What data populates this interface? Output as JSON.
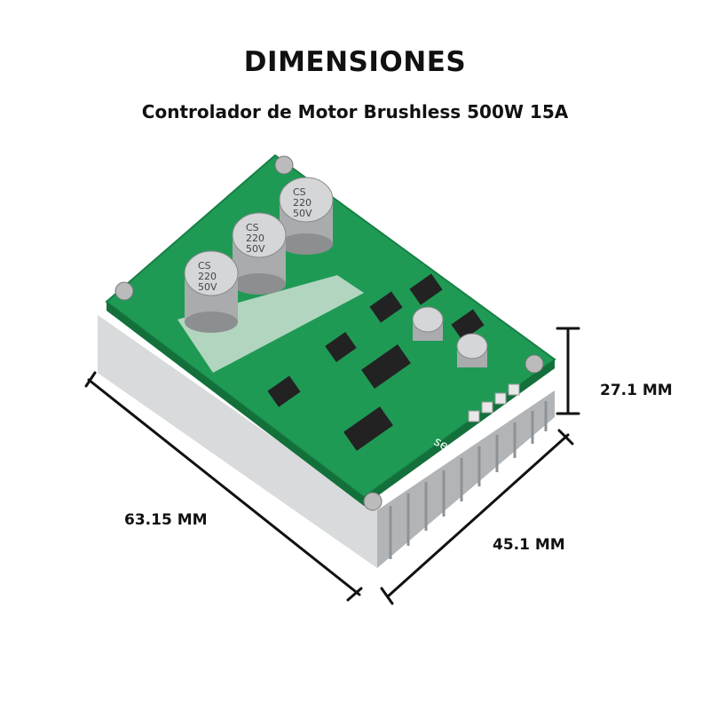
{
  "header": {
    "title": "DIMENSIONES",
    "subtitle": "Controlador de Motor Brushless 500W 15A"
  },
  "dimensions": {
    "height": "27.1 MM",
    "length": "63.15 MM",
    "width": "45.1 MM"
  },
  "component_markings": {
    "cap_brand": "CS",
    "cap_value": "220",
    "cap_voltage": "50V",
    "silk_set": "set"
  },
  "colors": {
    "pcb": "#1f9a55",
    "heatsink": "#c9cbcc",
    "line": "#111111"
  }
}
